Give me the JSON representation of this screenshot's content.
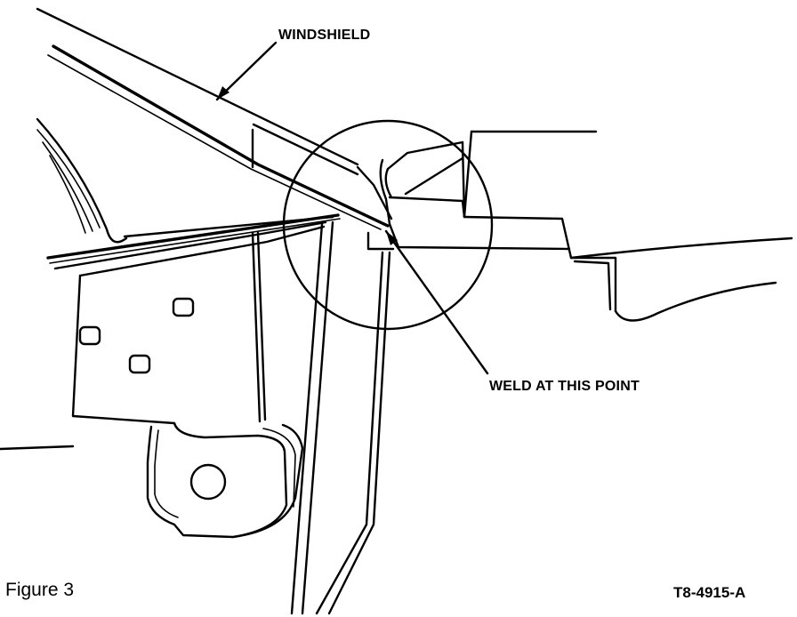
{
  "labels": {
    "windshield": "WINDSHIELD",
    "weld": "WELD AT THIS POINT"
  },
  "caption": {
    "figure": "Figure 3",
    "code": "T8-4915-A"
  },
  "colors": {
    "ink": "#000000",
    "paper": "#ffffff"
  }
}
